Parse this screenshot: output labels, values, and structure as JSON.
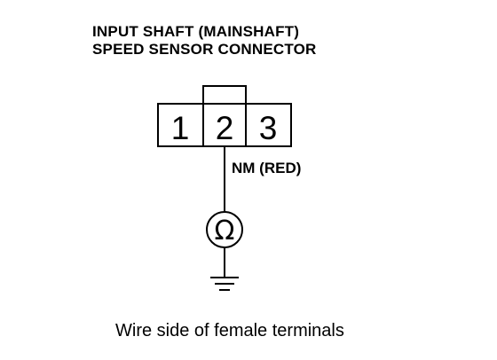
{
  "title": {
    "line1": "INPUT SHAFT (MAINSHAFT)",
    "line2": "SPEED SENSOR CONNECTOR"
  },
  "connector": {
    "pins": [
      "1",
      "2",
      "3"
    ]
  },
  "wire_label": "NM (RED)",
  "meter_symbol": "Ω",
  "meter_icon": "ohmmeter-icon",
  "ground_icon": "ground-icon",
  "caption": "Wire side of female terminals"
}
